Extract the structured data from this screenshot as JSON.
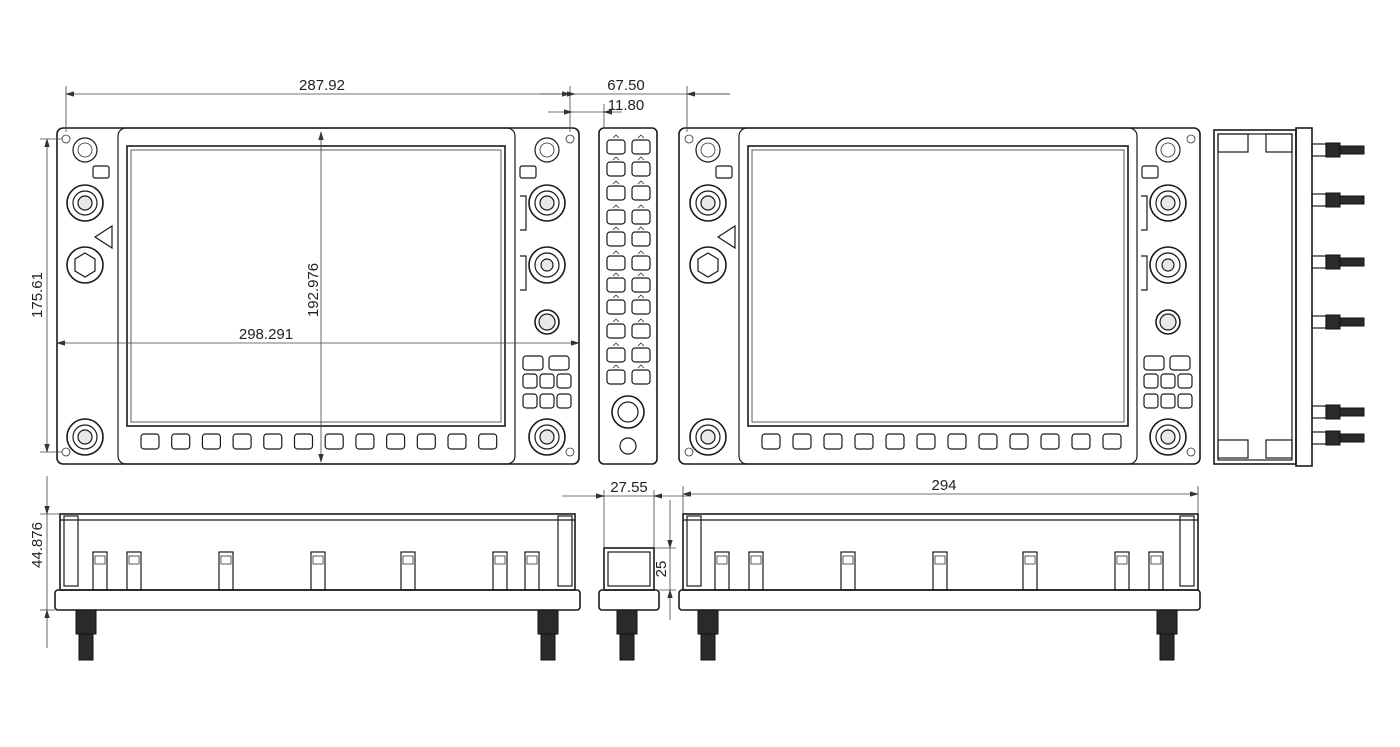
{
  "dimensions": {
    "overall_width": "287.92",
    "bezel_depth": "67.50",
    "bezel_thickness": "11.80",
    "overall_height": "175.61",
    "screen_height": "192.976",
    "screen_width": "298.291",
    "body_height": "44.876",
    "side_body_depth": "27.55",
    "side_body_height": "25",
    "rear_width": "294"
  }
}
